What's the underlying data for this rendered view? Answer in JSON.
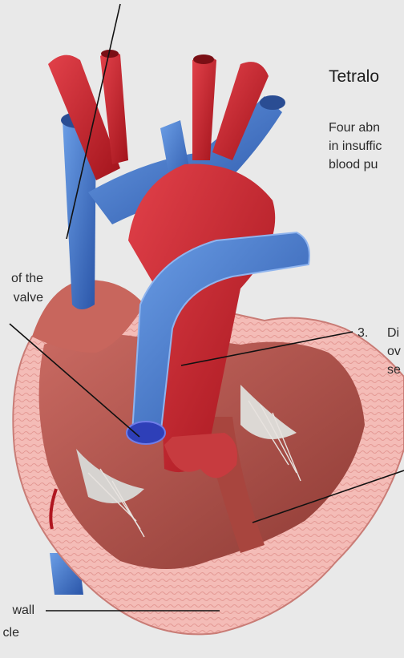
{
  "title": "Tetralo",
  "description_lines": [
    "Four abn",
    "in insuffic",
    "blood pu"
  ],
  "labels": {
    "valve_line1": "of the",
    "valve_line2": "valve",
    "item3_number": "3.",
    "item3_line1": "Di",
    "item3_line2": "ov",
    "item3_line3": "se",
    "wall_line1": "wall",
    "wall_line2": "cle"
  },
  "colors": {
    "background": "#e9e9e9",
    "aorta_red": "#c8202a",
    "vein_blue": "#3e73c8",
    "muscle": "#b9574e",
    "myocardium_cut": "#f2b4b0",
    "pointer": "#111111"
  }
}
